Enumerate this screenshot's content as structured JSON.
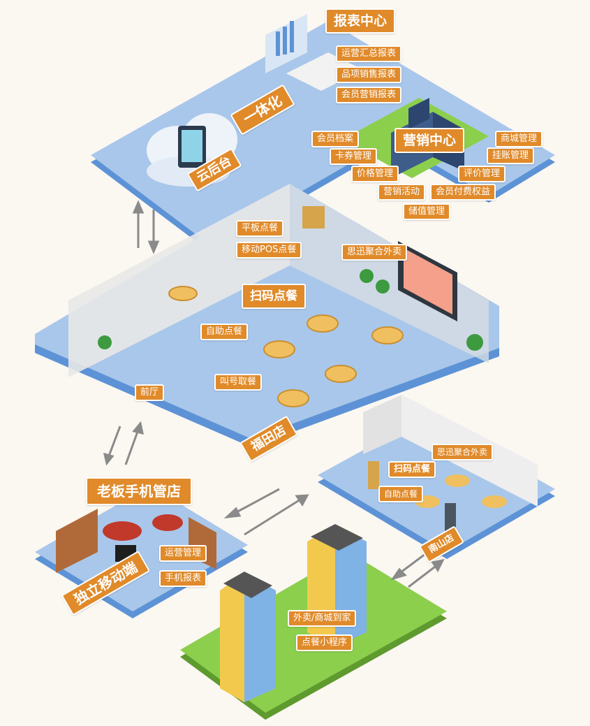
{
  "cloud": {
    "report_center": "报表中心",
    "reports": [
      "运营汇总报表",
      "品项销售报表",
      "会员营销报表"
    ],
    "integration": "一体化",
    "cloud_backend": "云后台",
    "marketing_center": "营销中心",
    "marketing_items": [
      "会员档案",
      "卡券管理",
      "价格管理",
      "营销活动",
      "储值管理",
      "会员付费权益",
      "评价管理",
      "挂账管理",
      "商城管理"
    ]
  },
  "futian_store": {
    "name": "福田店",
    "tablet_order": "平板点餐",
    "mobile_pos_order": "移动POS点餐",
    "delivery": "思迅聚合外卖",
    "scan_order": "扫码点餐",
    "self_order": "自助点餐",
    "front_desk": "前厅",
    "call_pickup": "叫号取餐"
  },
  "boss_mobile": {
    "title": "老板手机管店",
    "subtitle": "独立移动端",
    "items": [
      "运营管理",
      "手机报表"
    ]
  },
  "nanshan_store": {
    "name": "南山店",
    "delivery": "思迅聚合外卖",
    "scan_order": "扫码点餐",
    "self_order": "自助点餐"
  },
  "community": {
    "items": [
      "外卖/商城到家",
      "点餐小程序"
    ]
  },
  "colors": {
    "label_bg": "#e08a2a",
    "floor_blue": "#a9c7ea",
    "floor_edge": "#5d93d6",
    "grass": "#8ccf4d",
    "arrow": "#8a8a8a"
  }
}
